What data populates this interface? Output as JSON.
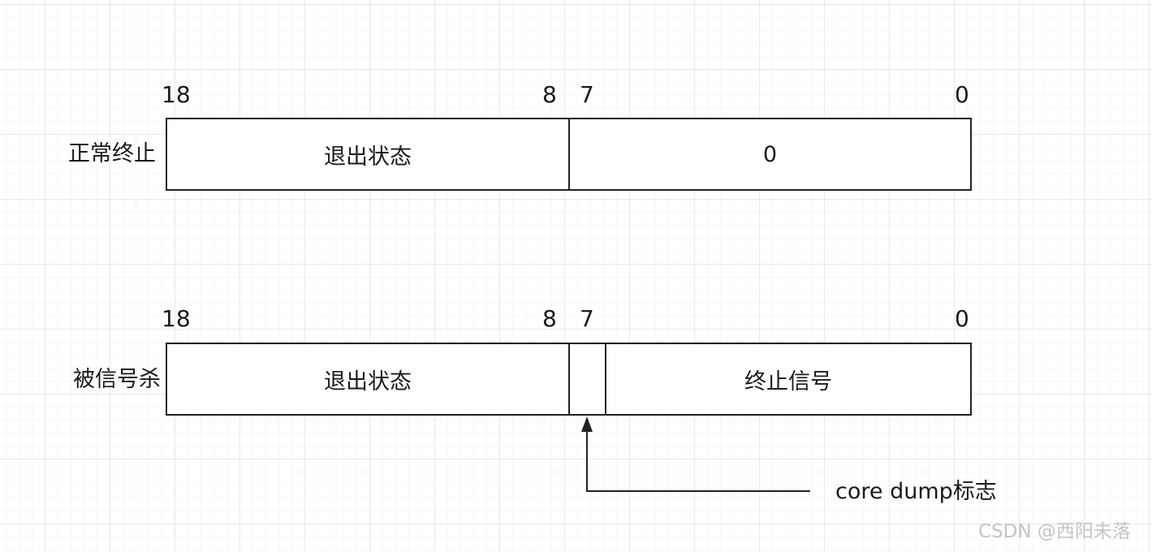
{
  "rows": [
    {
      "label": "正常终止",
      "bits": {
        "b18": "18",
        "b8": "8",
        "b7": "7",
        "b0": "0"
      },
      "fields": {
        "high": "退出状态",
        "low": "0"
      }
    },
    {
      "label": "被信号杀",
      "bits": {
        "b18": "18",
        "b8": "8",
        "b7": "7",
        "b0": "0"
      },
      "fields": {
        "high": "退出状态",
        "core": "",
        "low": "终止信号"
      }
    }
  ],
  "annotation": {
    "text": "core dump标志"
  },
  "watermark": "CSDN @西阳未落"
}
